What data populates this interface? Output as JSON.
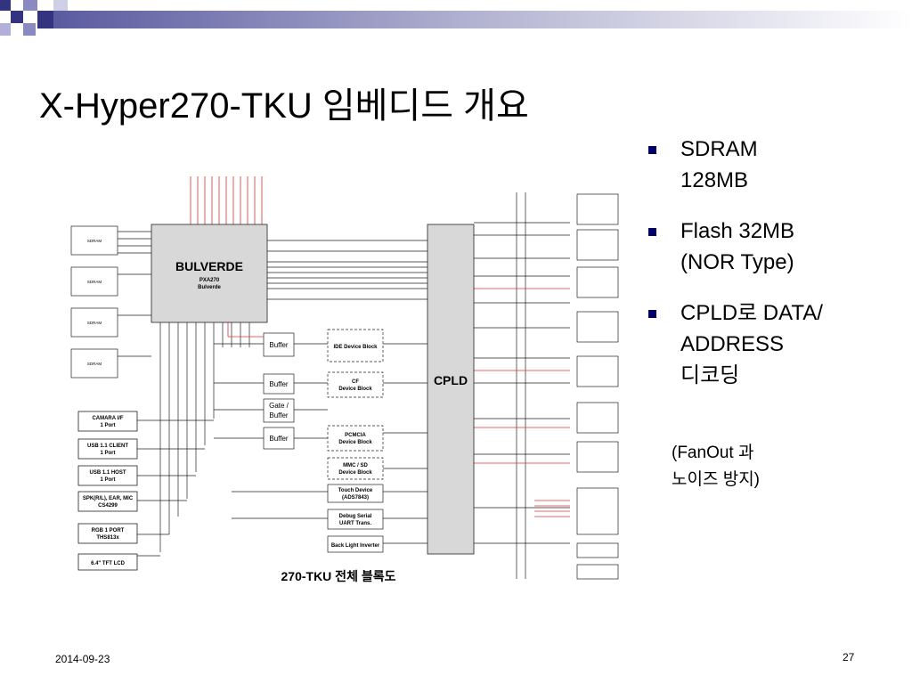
{
  "slide": {
    "title": "X-Hyper270-TKU 임베디드 개요",
    "date": "2014-09-23",
    "page_number": "27"
  },
  "bullets": [
    {
      "line1": "SDRAM",
      "line2": "128MB",
      "line3": ""
    },
    {
      "line1": "Flash 32MB",
      "line2": "(NOR Type)",
      "line3": ""
    },
    {
      "line1": "CPLD로 DATA/",
      "line2": "ADDRESS",
      "line3": "디코딩"
    }
  ],
  "note": {
    "line1": "(FanOut 과",
    "line2": "노이즈 방지)"
  },
  "diagram": {
    "caption": "270-TKU 전체 블록도",
    "soc_title": "BULVERDE",
    "soc_sub1": "PXA270",
    "soc_sub2": "Bulverde",
    "cpld_title": "CPLD",
    "buffer1": "Buffer",
    "buffer2": "Buffer",
    "gate_buffer1": "Gate /",
    "gate_buffer2": "Buffer",
    "buffer3": "Buffer",
    "ide_block": "IDE Device Block",
    "cf_block1": "CF",
    "cf_block2": "Device Block",
    "pcmcia_block1": "PCMCIA",
    "pcmcia_block2": "Device Block",
    "mmc_block1": "MMC / SD",
    "mmc_block2": "Device Block",
    "touch_block1": "Touch Device",
    "touch_block2": "(ADS7843)",
    "debug_block1": "Debug Serial",
    "debug_block2": "UART Trans.",
    "backlight_block": "Back Light Inverter",
    "camera1": "CAMARA I/F",
    "camera2": "1 Port",
    "usb_client1": "USB 1.1 CLIENT",
    "usb_client2": "1 Port",
    "usb_host1": "USB 1.1 HOST",
    "usb_host2": "1 Port",
    "spk1": "SPK(R/L), EAR, MIC",
    "spk2": "CS4299",
    "rgb1": "RGB 1 PORT",
    "rgb2": "THS813x",
    "tft": "6.4\" TFT LCD",
    "sdram_label": "SDRAM",
    "colors": {
      "bus_red": "#e03030",
      "line": "#222222",
      "block_fill": "#d8d8d8"
    }
  }
}
